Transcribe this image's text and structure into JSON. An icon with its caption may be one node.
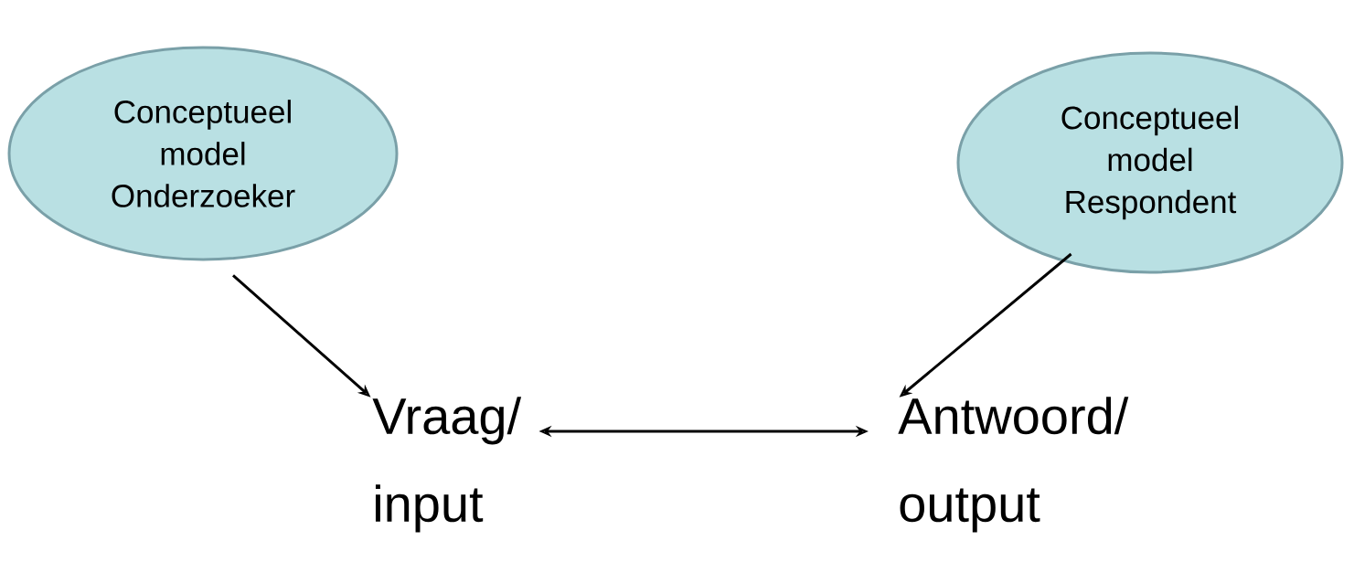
{
  "diagram": {
    "nodes": [
      {
        "text": [
          "Conceptueel model Onderzoeker"
        ]
      },
      {
        "text": [
          "Conceptueel model Respondent"
        ]
      },
      {
        "text": [
          "Vraag/ input"
        ]
      },
      {
        "text": [
          "Antwoord/ output"
        ]
      }
    ],
    "edges": [
      {
        "from": 0,
        "to": 2,
        "arrow": "to"
      },
      {
        "from": 1,
        "to": 3,
        "arrow": "to"
      },
      {
        "from": 2,
        "to": 3,
        "arrow": "both"
      }
    ]
  }
}
